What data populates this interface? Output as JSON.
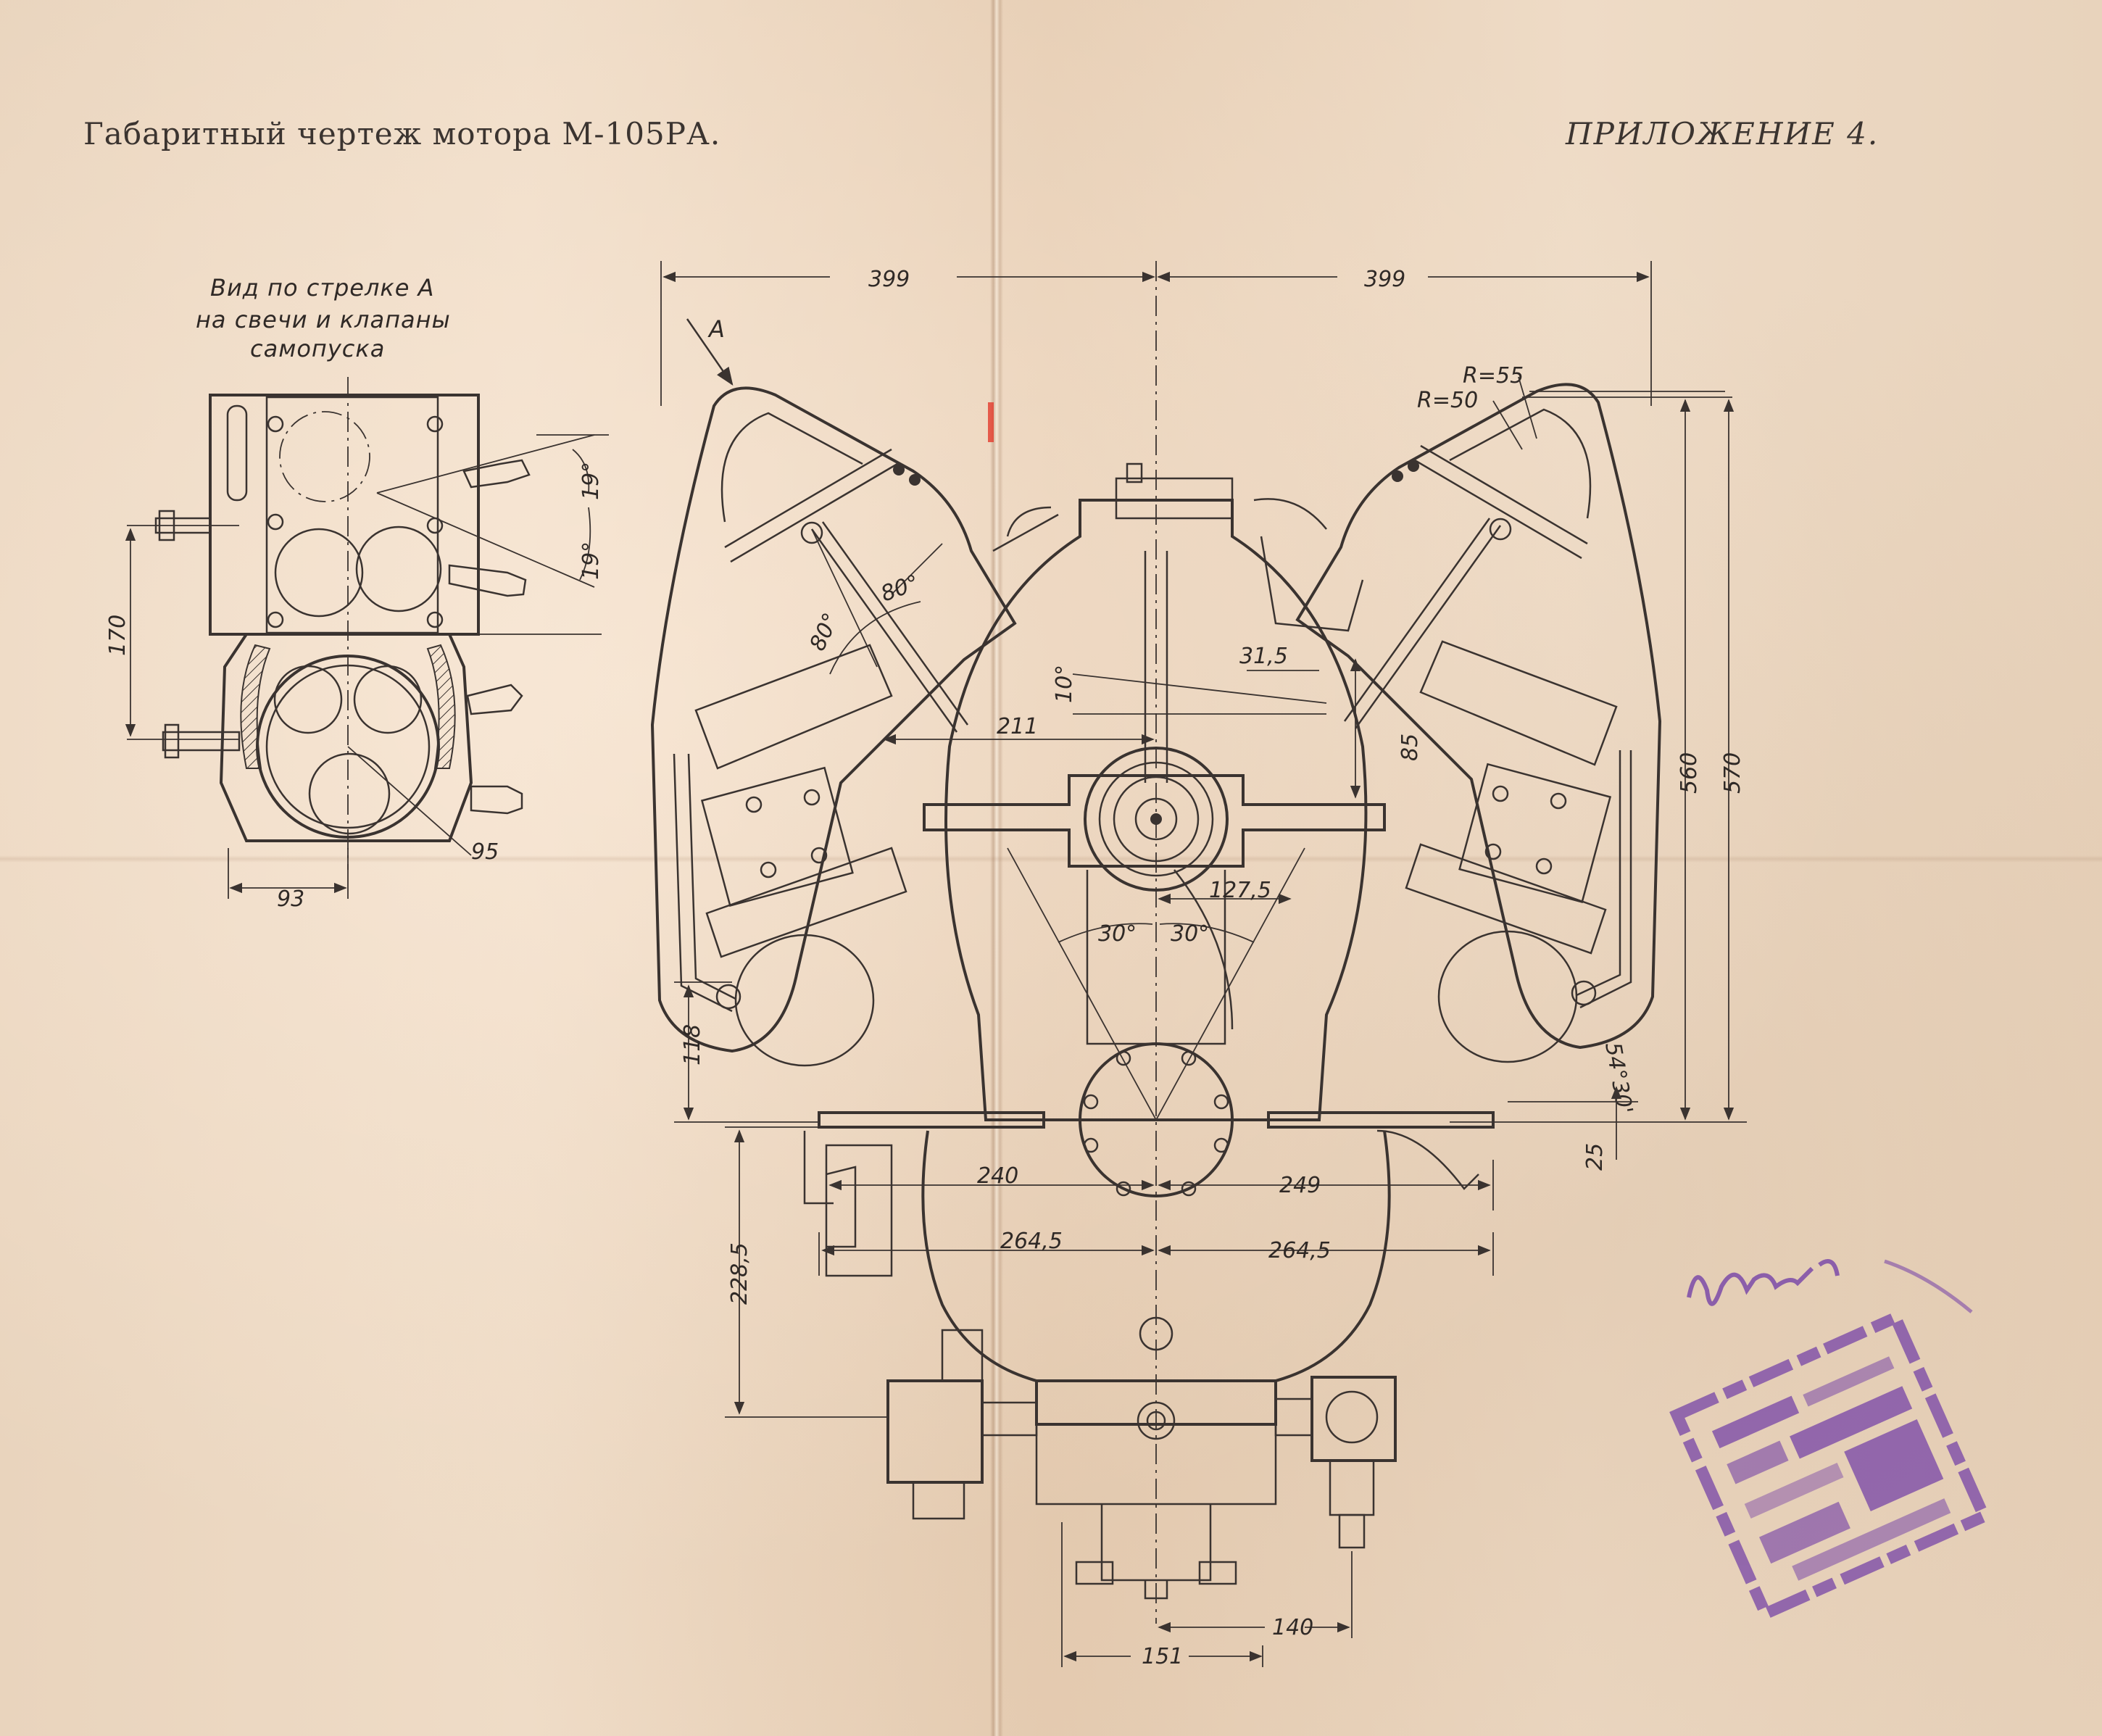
{
  "header": {
    "title": "Габаритный чертеж мотора М-105РА.",
    "appendix": "ПРИЛОЖЕНИЕ 4."
  },
  "inset_view": {
    "caption_lines": [
      "Вид по стрелке А",
      "на свечи и клапаны",
      "самопуска"
    ],
    "dims": [
      "170",
      "19°",
      "19°",
      "93",
      "95"
    ]
  },
  "main_view": {
    "arrow_label": "А",
    "dims": {
      "top_left": "399",
      "top_right": "399",
      "r55": "R=55",
      "r50": "R=50",
      "angle_80a": "80°",
      "angle_80b": "80°",
      "angle_10": "10°",
      "d_31_5": "31,5",
      "d_211": "211",
      "d_85": "85",
      "d_560": "560",
      "d_570": "570",
      "d_127_5": "127,5",
      "angle_30l": "30°",
      "angle_30r": "30°",
      "d_118": "118",
      "angle_54": "54°30'",
      "d_25": "25",
      "d_240": "240",
      "d_249": "249",
      "d_264_5l": "264,5",
      "d_264_5r": "264,5",
      "d_228_5": "228,5",
      "d_140": "140",
      "d_151": "151"
    }
  },
  "stamp": {
    "handwritten": "Ка/9с.11"
  },
  "colors": {
    "paper": "#ecd9c4",
    "ink": "#3a3330",
    "stamp": "#7b4aa8"
  }
}
